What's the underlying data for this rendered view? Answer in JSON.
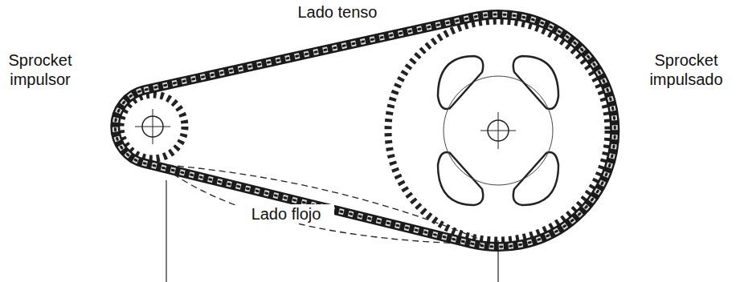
{
  "diagram": {
    "labels": [
      "Lado tenso",
      "Sprocket impulsor",
      "Sprocket impulsado",
      "Lado flojo"
    ]
  }
}
